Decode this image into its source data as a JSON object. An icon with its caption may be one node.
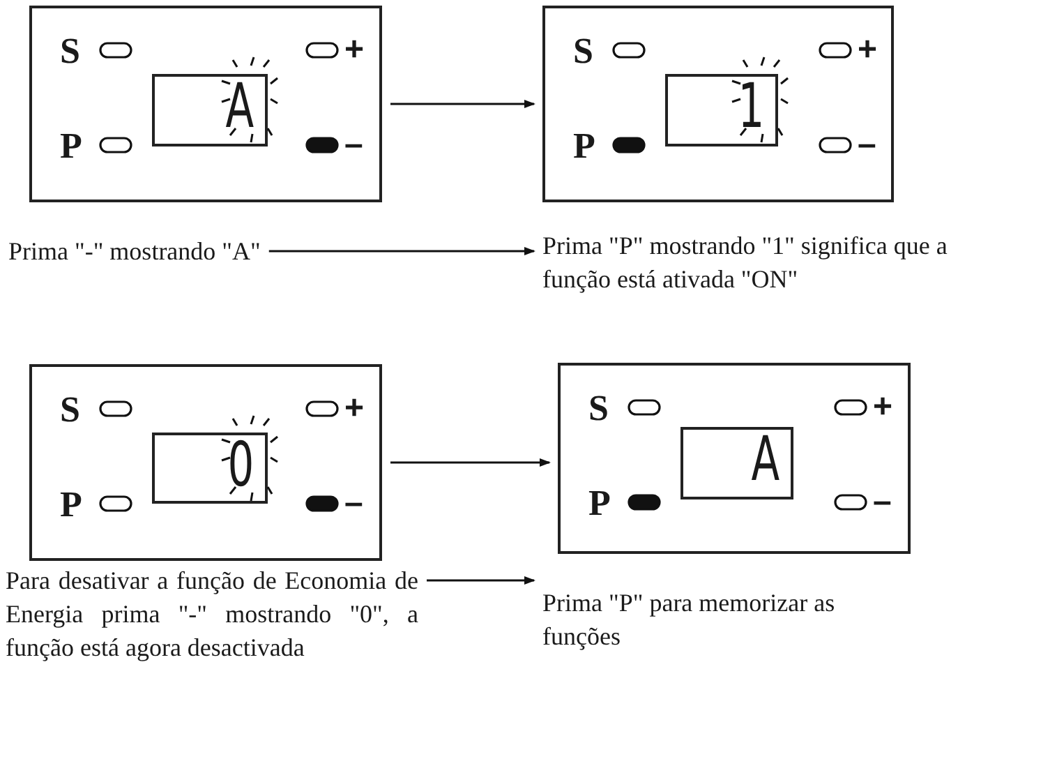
{
  "diagram": {
    "nodes": [
      {
        "text": [
          "S",
          "+",
          "P",
          "–"
        ]
      },
      {
        "text": [
          "A"
        ],
        "in": 0
      },
      {
        "text": [
          "S",
          "+",
          "P",
          "–"
        ]
      },
      {
        "text": [
          "1"
        ],
        "in": 2
      },
      {
        "text": [
          "Prima \"-\" mostrando \"A\""
        ]
      },
      {
        "text": [
          "Prima \"P\" mostrando \"1\" significa que a função está ativada \"ON\""
        ]
      },
      {
        "text": [
          "S",
          "+",
          "P",
          "–"
        ]
      },
      {
        "text": [
          "0"
        ],
        "in": 6
      },
      {
        "text": [
          "S",
          "+",
          "P",
          "–"
        ]
      },
      {
        "text": [
          "A"
        ],
        "in": 8
      },
      {
        "text": [
          "Para desativar a função de Economia de Energia prima \"-\" mostrando \"0\", a função está agora desactivada"
        ]
      },
      {
        "text": [
          "Prima \"P\" para memorizar as funções"
        ]
      }
    ],
    "edges": [
      {
        "from": 0,
        "to": 2,
        "arrow": "to"
      },
      {
        "from": 4,
        "to": 5,
        "arrow": "to"
      },
      {
        "from": 6,
        "to": 8,
        "arrow": "to"
      },
      {
        "from": 10,
        "to": 11,
        "arrow": "to"
      }
    ]
  }
}
